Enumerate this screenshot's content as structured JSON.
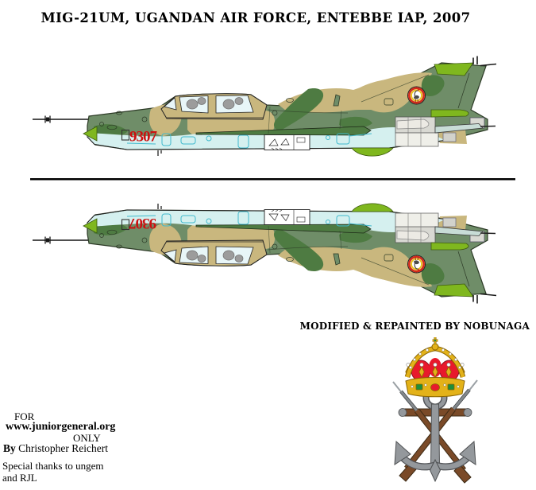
{
  "title": "MIG-21UM, UGANDAN AIR FORCE, ENTEBBE IAP, 2007",
  "modified_credit": "MODIFIED & REPAINTED BY NOBUNAGA",
  "aircraft": {
    "tail_number": "9307",
    "roundel": "ugandan-air-force-crested-crane-roundel",
    "views": [
      "side profile facing left",
      "vertically mirrored profile below fold line"
    ]
  },
  "footer": {
    "for_label": "FOR",
    "site": "www.juniorgeneral.org",
    "only_label": "ONLY",
    "by_label": "By",
    "author": "Christopher Reichert",
    "thanks_line1": "Special thanks to ungem",
    "thanks_line2": "and RJL"
  },
  "emblem": {
    "name": "crown-anchor-crossed-rifles-crest"
  },
  "colors": {
    "camo-green": "#6f8d68",
    "camo-dark": "#4e7b42",
    "camo-tan": "#c9b77e",
    "belly-blue": "#d5f0ef",
    "belly-line": "#3fb9cc",
    "lime": "#7fb71e",
    "glass": "#e8f6f8",
    "pilot-gray": "#9c9c9c",
    "number-red": "#cc1010",
    "roundel-red": "#d42a1a",
    "roundel-yellow": "#e8c11c",
    "crown-gold": "#e3b219",
    "crown-red": "#e8192c",
    "gem-green": "#1e8e3a",
    "anchor-gray": "#94989c",
    "wood-brown": "#7a4a28"
  }
}
